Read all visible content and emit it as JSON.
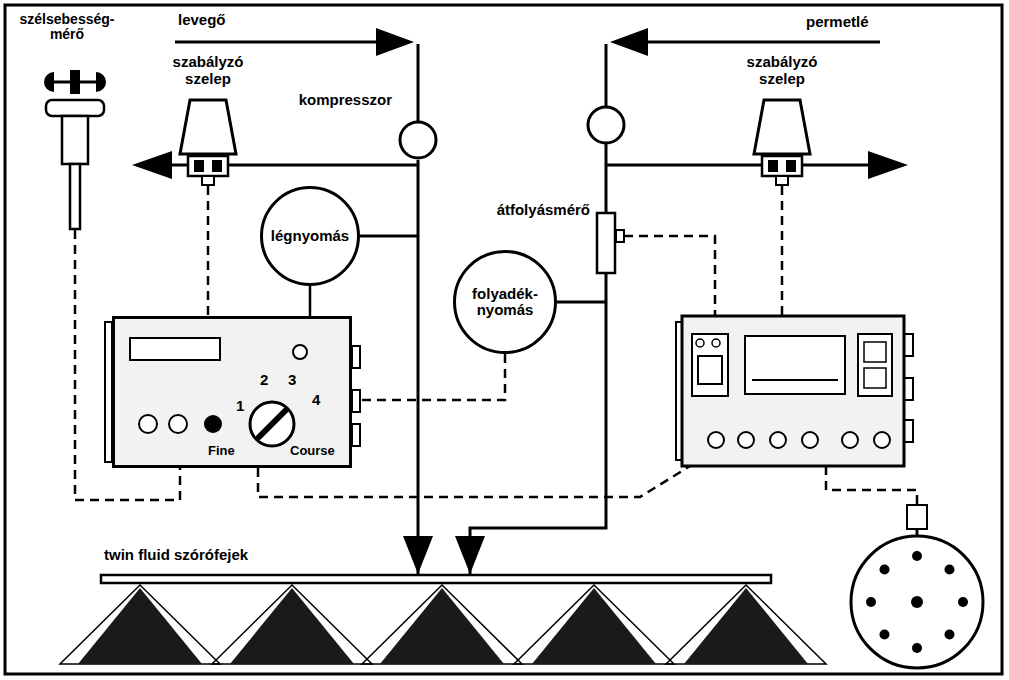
{
  "diagram": {
    "nodes": [
      {
        "text": [
          "szélsebesség- mérő"
        ]
      },
      {
        "text": [
          "szabályzó szelep"
        ]
      },
      {
        "text": [
          "kompresszor"
        ]
      },
      {
        "text": [
          "szabályzó szelep"
        ]
      },
      {
        "text": [
          "légnyomás"
        ]
      },
      {
        "text": [
          "átfolyásmérő"
        ]
      },
      {
        "text": [
          "folyadék- nyomás"
        ]
      },
      {
        "text": [
          "1",
          "2",
          "3",
          "4",
          "Fine",
          "Course"
        ]
      },
      {
        "text": [
          "twin fluid szórófejek"
        ]
      }
    ],
    "edges": [
      {
        "from": 0,
        "to": 7,
        "arrow": "none"
      },
      {
        "from": 1,
        "to": 7,
        "arrow": "none"
      },
      {
        "from": 4,
        "to": 7,
        "arrow": "none"
      },
      {
        "from": 6,
        "to": 7,
        "arrow": "none"
      },
      {
        "from": 2,
        "to": 8,
        "arrow": "to"
      },
      {
        "from": 5,
        "to": 8,
        "arrow": "to"
      }
    ],
    "labels": [
      "levegő",
      "permetlé"
    ]
  }
}
